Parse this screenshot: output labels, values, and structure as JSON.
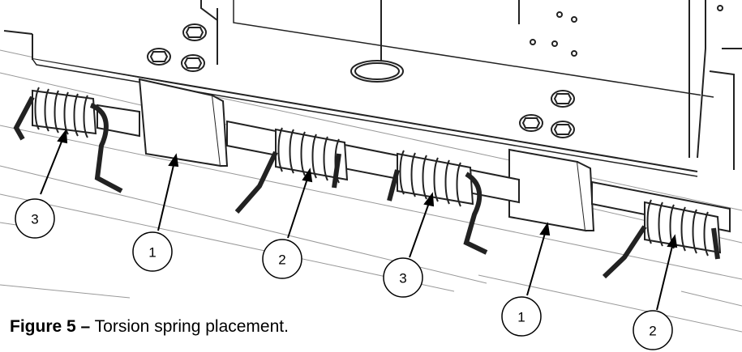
{
  "figure": {
    "label": "Figure 5 –",
    "caption": " Torsion spring placement."
  },
  "callouts": [
    {
      "id": "callout-3-left",
      "number": "3"
    },
    {
      "id": "callout-1-left",
      "number": "1"
    },
    {
      "id": "callout-2-left",
      "number": "2"
    },
    {
      "id": "callout-3-right",
      "number": "3"
    },
    {
      "id": "callout-1-right",
      "number": "1"
    },
    {
      "id": "callout-2-right",
      "number": "2"
    }
  ]
}
